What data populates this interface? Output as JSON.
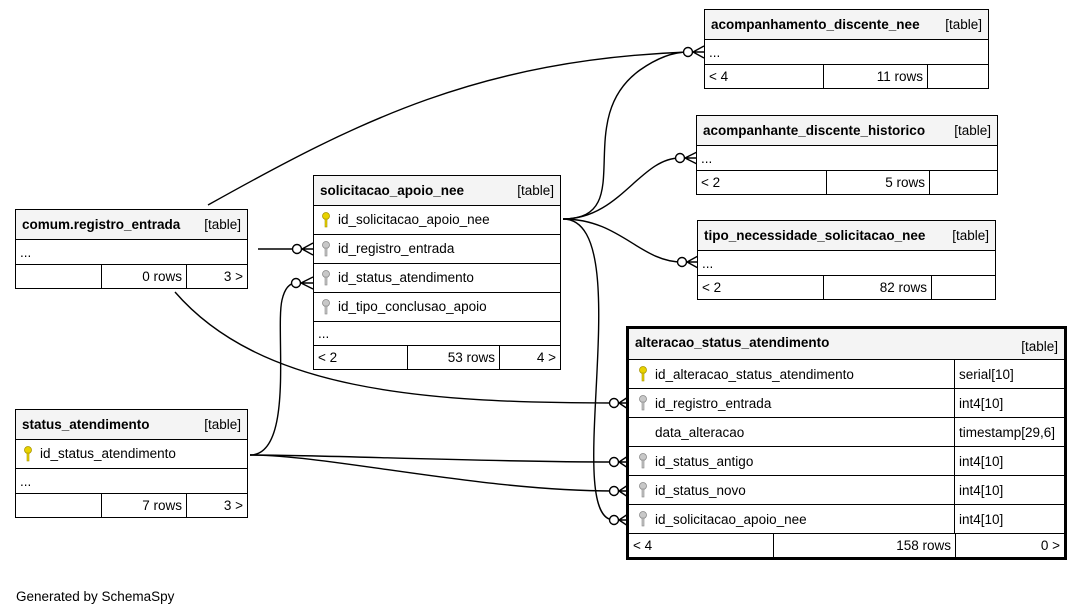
{
  "footer_text": "Generated by SchemaSpy",
  "table_tag": "[table]",
  "ellipsis": "...",
  "tables": {
    "acompanhamento": {
      "name": "acompanhamento_discente_nee",
      "prev": "< 4",
      "rows": "11 rows",
      "next": ""
    },
    "historico": {
      "name": "acompanhante_discente_historico",
      "prev": "< 2",
      "rows": "5 rows",
      "next": ""
    },
    "tipo": {
      "name": "tipo_necessidade_solicitacao_nee",
      "prev": "< 2",
      "rows": "82 rows",
      "next": ""
    },
    "registro": {
      "name": "comum.registro_entrada",
      "prev": "",
      "rows": "0 rows",
      "next": "3 >"
    },
    "solicitacao": {
      "name": "solicitacao_apoio_nee",
      "prev": "< 2",
      "rows": "53 rows",
      "next": "4 >",
      "columns": [
        {
          "name": "id_solicitacao_apoio_nee",
          "key": "primary"
        },
        {
          "name": "id_registro_entrada",
          "key": "foreign"
        },
        {
          "name": "id_status_atendimento",
          "key": "foreign"
        },
        {
          "name": "id_tipo_conclusao_apoio",
          "key": "foreign"
        }
      ]
    },
    "status": {
      "name": "status_atendimento",
      "prev": "",
      "rows": "7 rows",
      "next": "3 >",
      "columns": [
        {
          "name": "id_status_atendimento",
          "key": "primary"
        }
      ]
    },
    "alteracao": {
      "name": "alteracao_status_atendimento",
      "prev": "< 4",
      "rows": "158 rows",
      "next": "0 >",
      "columns": [
        {
          "name": "id_alteracao_status_atendimento",
          "type": "serial[10]",
          "key": "primary"
        },
        {
          "name": "id_registro_entrada",
          "type": "int4[10]",
          "key": "foreign"
        },
        {
          "name": "data_alteracao",
          "type": "timestamp[29,6]",
          "key": "none"
        },
        {
          "name": "id_status_antigo",
          "type": "int4[10]",
          "key": "foreign"
        },
        {
          "name": "id_status_novo",
          "type": "int4[10]",
          "key": "foreign"
        },
        {
          "name": "id_solicitacao_apoio_nee",
          "type": "int4[10]",
          "key": "foreign"
        }
      ]
    }
  },
  "colors": {
    "primary_key": "#e8d200",
    "foreign_key": "#a8a8a8",
    "header_bg": "#f4f4f4"
  }
}
